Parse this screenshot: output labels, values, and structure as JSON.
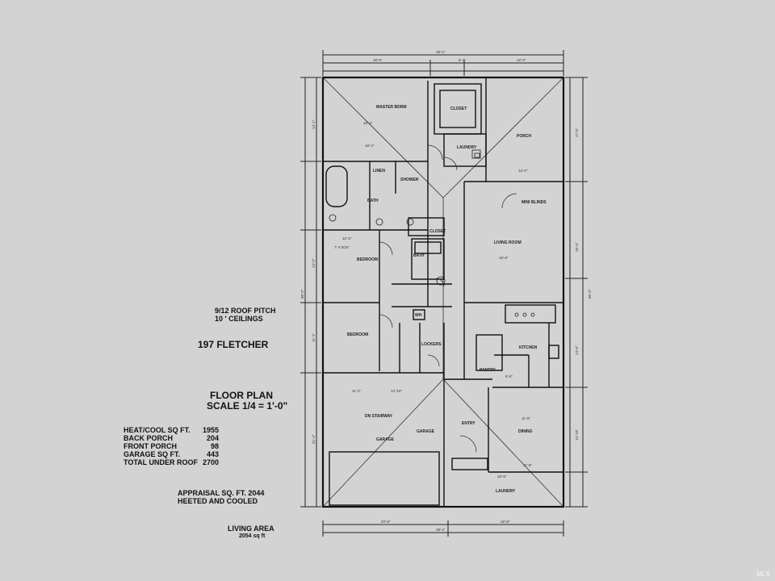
{
  "notes": {
    "roof_pitch": "9/12 ROOF PITCH",
    "ceilings": "10 ' CEILINGS",
    "address": "197  FLETCHER",
    "plan_title": "FLOOR PLAN",
    "scale": "SCALE 1/4 = 1'-0\"",
    "appraisal": "APPRAISAL SQ. FT.   2044",
    "heated": "HEETED AND COOLED",
    "living_area": "LIVING AREA",
    "living_area_value": "2054 sq ft"
  },
  "stats": [
    {
      "label": "HEAT/COOL SQ FT.",
      "value": "1955"
    },
    {
      "label": "BACK PORCH",
      "value": "204"
    },
    {
      "label": "FRONT PORCH",
      "value": "98"
    },
    {
      "label": "GARAGE SQ FT.",
      "value": "443"
    },
    {
      "label": "TOTAL UNDER ROOF",
      "value": "2700"
    }
  ],
  "rooms": {
    "master_bdrm": "MASTER BDRM",
    "closet_top": "CLOSET",
    "laundry_top": "LAUNDRY",
    "porch": "PORCH",
    "shower": "SHOWER",
    "bath_master": "BATH",
    "mini_blinds": "MINI BLINDS",
    "closet_mid": "CLOSET",
    "living_room": "LIVING ROOM",
    "bedroom_1": "BEDROOM",
    "bath_2": "BATH",
    "bedroom_2": "BEDROOM",
    "kitchen": "KITCHEN",
    "pantry": "PANTRY",
    "garage": "GARAGE",
    "garage_2": "GARAGE",
    "entry": "ENTRY",
    "dining": "DINING",
    "laundry_bottom": "LAUNDRY",
    "lockers": "LOCKERS",
    "wh": "WH",
    "linen": "LINEN",
    "storage": "DN STAIRWAY"
  },
  "dimensions": {
    "top_overall": "38'-2\"",
    "top_1": "18'-8\"",
    "top_2": "6'-4\"",
    "top_3": "12'-0\"",
    "bottom_overall": "38'-2\"",
    "bottom_1": "20'-8\"",
    "bottom_2": "18'-8\"",
    "left_overall": "60'-2\"",
    "right_overall": "60'-2\"",
    "left_1": "14'-1\"",
    "left_2": "12'-2\"",
    "left_3": "11'-1\"",
    "left_4": "21'-4\"",
    "right_1": "17'-5\"",
    "right_2": "15'-4\"",
    "right_3": "14'-0\"",
    "right_4": "13'-10\"",
    "master_w": "18'-4\"",
    "master_w2": "18'-4\"",
    "bed1_w": "12'-2\"",
    "bed1_w2": "7'-4 5/16\"",
    "bed2_w": "11'-4\"",
    "garage_w": "12'-10\"",
    "living_w": "18'-8\"",
    "porch_w": "12'-0\"",
    "dining_w": "11'-8\"",
    "dining_w2": "11'-8\"",
    "laundry_w": "18'-8\"",
    "kitchen_w": "8'-6\""
  },
  "watermark": "MLS"
}
